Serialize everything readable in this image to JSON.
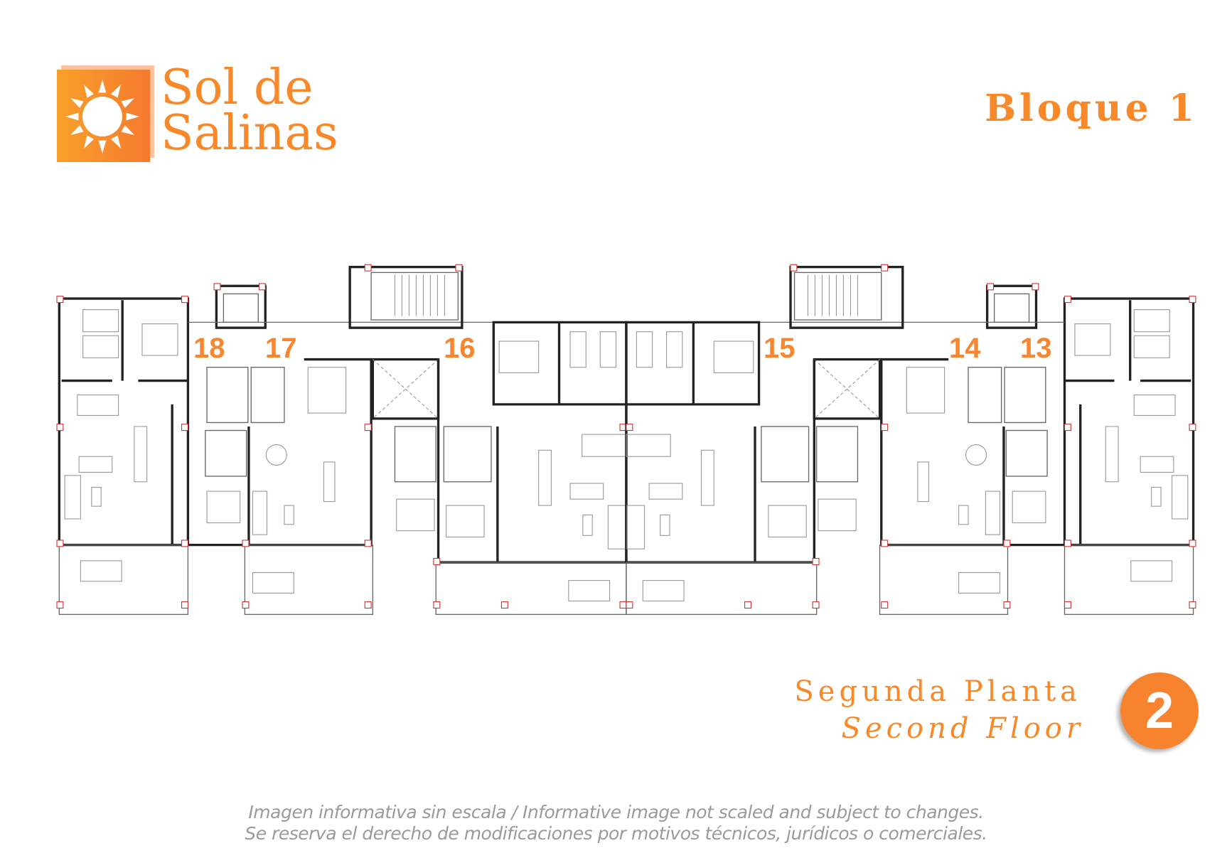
{
  "brand": {
    "name_line1": "Sol de",
    "name_line2": "Salinas",
    "logo_icon": "sun-icon",
    "color": "#f7892a"
  },
  "header": {
    "block_title": "Bloque 1"
  },
  "plan": {
    "units": [
      "18",
      "17",
      "16",
      "15",
      "14",
      "13"
    ]
  },
  "floor": {
    "label_es": "Segunda Planta",
    "label_en": "Second Floor",
    "number": "2"
  },
  "footer": {
    "line1": "Imagen informativa sin escala /  Informative image not scaled and subject to changes.",
    "line2": "Se reserva el derecho de modificaciones por motivos técnicos, jurídicos o comerciales."
  }
}
